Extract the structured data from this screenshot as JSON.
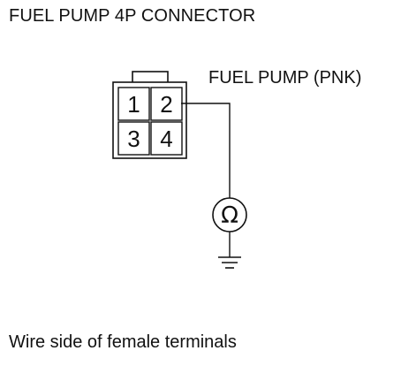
{
  "title": "FUEL PUMP 4P CONNECTOR",
  "wire_label": "FUEL PUMP (PNK)",
  "caption": "Wire side of female terminals",
  "connector": {
    "pins": [
      "1",
      "2",
      "3",
      "4"
    ]
  },
  "meter_symbol": "Ω",
  "icons": [
    "ohmmeter-icon",
    "ground-icon"
  ]
}
